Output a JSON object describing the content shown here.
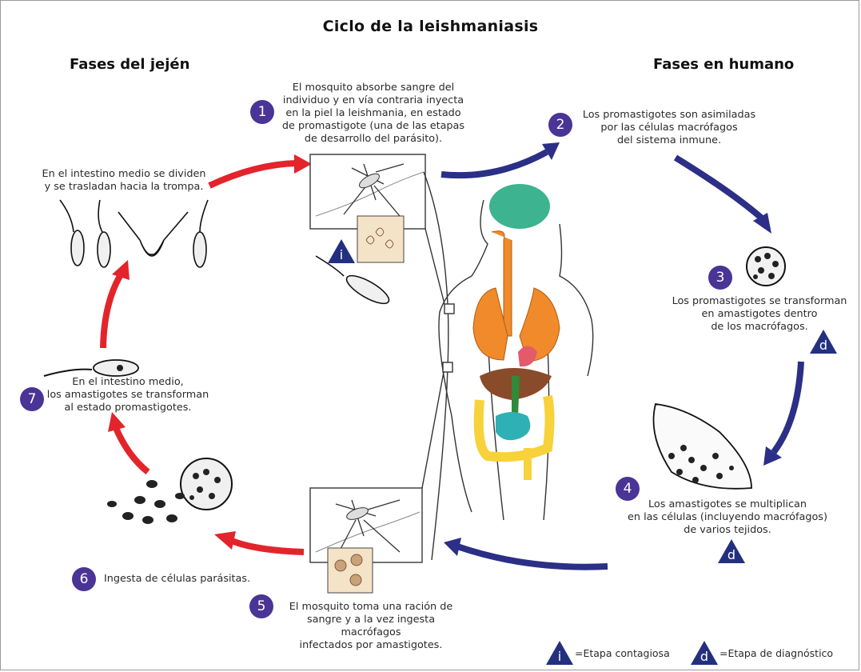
{
  "title": "Ciclo de la leishmaniasis",
  "phases": {
    "left": "Fases del jején",
    "right": "Fases en humano"
  },
  "steps": [
    {
      "num": "1",
      "text": [
        "El mosquito absorbe sangre del",
        "individuo y en vía contraria inyecta",
        "en la piel la leishmania, en estado",
        "de promastigote (una de las etapas",
        "de desarrollo del parásito)."
      ]
    },
    {
      "num": "2",
      "text": [
        "Los promastigotes son asimiladas",
        "por las células macrófagos",
        "del sistema inmune."
      ]
    },
    {
      "num": "3",
      "text": [
        "Los promastigotes se transforman",
        "en amastigotes dentro",
        "de los macrófagos."
      ]
    },
    {
      "num": "4",
      "text": [
        "Los amastigotes se multiplican",
        "en las células (incluyendo macrófagos)",
        "de varios tejidos."
      ]
    },
    {
      "num": "5",
      "text": [
        "El mosquito toma una ración de",
        "sangre y a la vez ingesta macrófagos",
        "infectados por amastigotes."
      ]
    },
    {
      "num": "6",
      "text": [
        "Ingesta de células parásitas."
      ]
    },
    {
      "num": "7",
      "text": [
        "En el intestino medio,",
        "los amastigotes se transforman",
        "al estado promastigotes."
      ]
    }
  ],
  "midgut_text": [
    "En el intestino medio se dividen",
    "y se trasladan hacia la trompa."
  ],
  "markers": {
    "infective": "i",
    "diagnostic": "d"
  },
  "legend": {
    "infective_label": "=Etapa contagiosa",
    "diagnostic_label": "=Etapa de diagnóstico"
  },
  "colors": {
    "badge": "#4a3496",
    "red_arrow": "#e3242b",
    "blue_arrow": "#2b2f86",
    "marker": "#23307f"
  }
}
